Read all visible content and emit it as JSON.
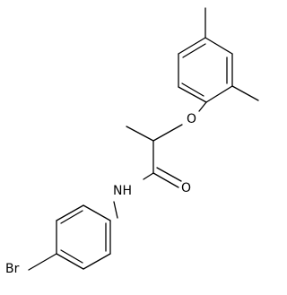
{
  "molecule": {
    "atom_labels": {
      "oxygen_ether": "O",
      "oxygen_carbonyl": "O",
      "amide_nitrogen": "NH",
      "bromine": "Br"
    }
  },
  "colors": {
    "bond": "#000000",
    "label": "#000000",
    "background": "#ffffff"
  }
}
